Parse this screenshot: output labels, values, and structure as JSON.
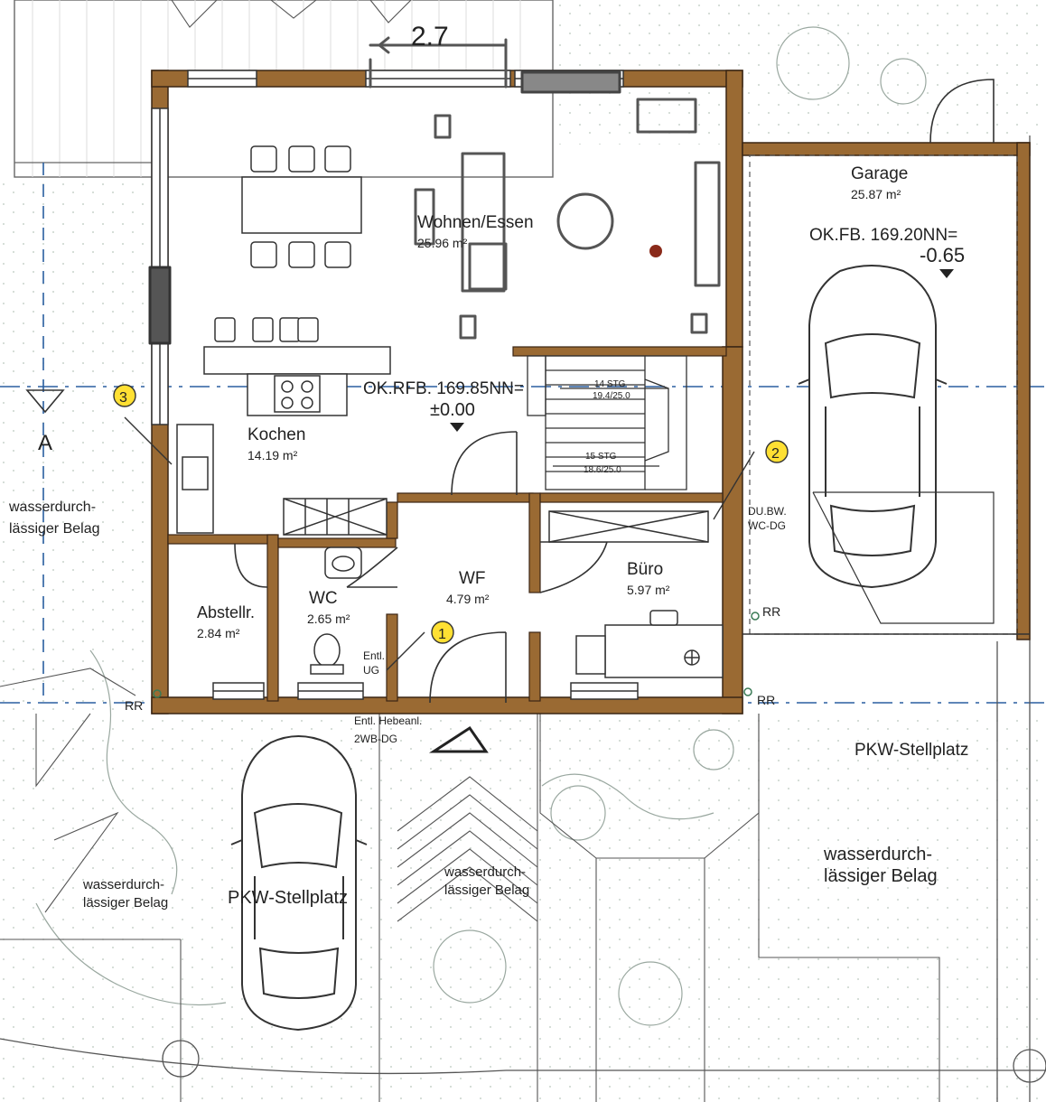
{
  "colors": {
    "wall": "#9a6a33",
    "wall_edge": "#3b2614",
    "line": "#333333",
    "axis_blue": "#2a5fa0",
    "marker_yellow": "#ffe033",
    "pencil": "#555555",
    "dot_green": "#3a7a55"
  },
  "sketch_dimension": "2.7",
  "rooms": {
    "wohnen": {
      "name": "Wohnen/Essen",
      "area": "25.96 m²"
    },
    "kochen": {
      "name": "Kochen",
      "area": "14.19 m²"
    },
    "garage": {
      "name": "Garage",
      "area": "25.87 m²"
    },
    "wf": {
      "name": "WF",
      "area": "4.79 m²"
    },
    "buero": {
      "name": "Büro",
      "area": "5.97 m²"
    },
    "wc": {
      "name": "WC",
      "area": "2.65 m²"
    },
    "abstell": {
      "name": "Abstellr.",
      "area": "2.84 m²"
    }
  },
  "levels": {
    "floor": {
      "label": "OK.RFB. 169.85NN=",
      "value": "±0.00"
    },
    "garage": {
      "label": "OK.FB. 169.20NN=",
      "value": "-0.65"
    }
  },
  "stairs": {
    "upper": {
      "steps": "14 STG",
      "ratio": "19.4/25.0"
    },
    "lower": {
      "steps": "15 STG",
      "ratio": "18.6/25.0"
    }
  },
  "notes": {
    "du_bw": "DU.BW.",
    "wc_dg": "WC-DG",
    "entl": "Entl.",
    "ug": "UG",
    "hebeanl": "Entl. Hebeanl.",
    "wb_dg": "2WB-DG",
    "rr": "RR"
  },
  "section_marker": "A",
  "callouts": [
    "1",
    "2",
    "3"
  ],
  "outdoor": {
    "pkw": "PKW-Stellplatz",
    "belag_line1": "wasserdurch-",
    "belag_line2": "lässiger Belag"
  }
}
